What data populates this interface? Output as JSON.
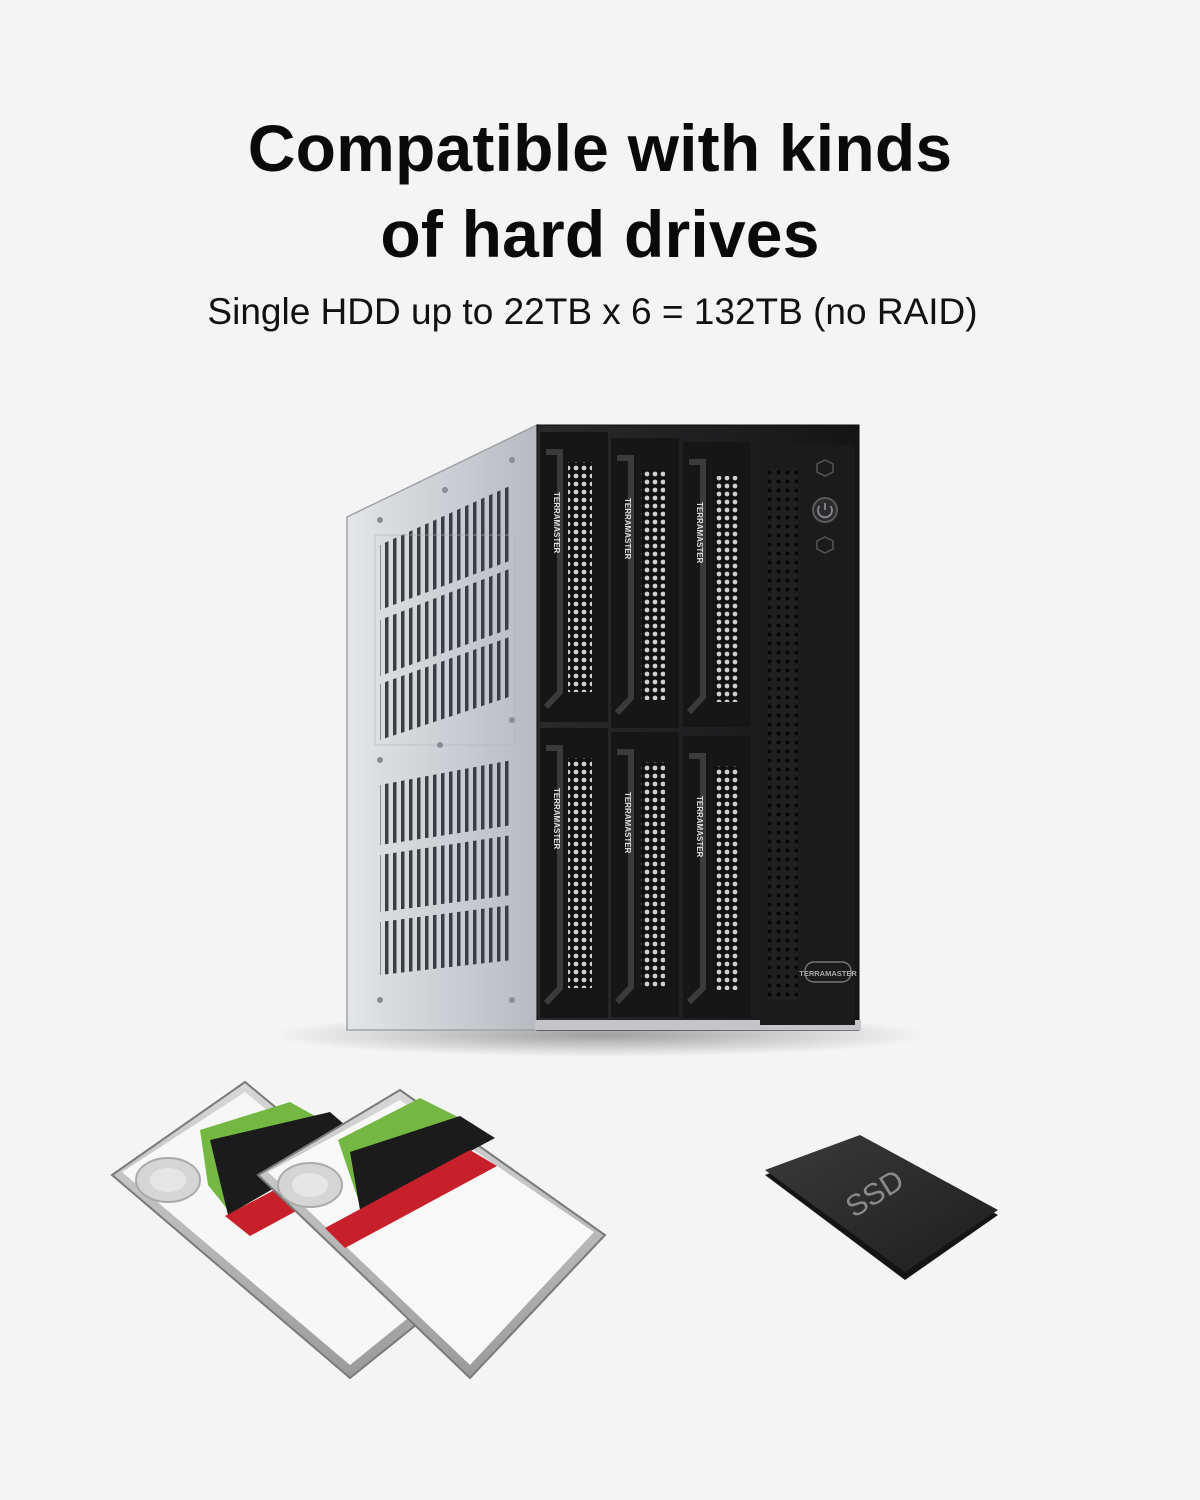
{
  "headline": {
    "line1": "Compatible with kinds",
    "line2": "of hard drives"
  },
  "subline": "Single HDD up to 22TB x 6 = 132TB (no RAID)",
  "enclosure": {
    "brand_label": "TERRAMASTER",
    "bay_count": 6,
    "bay_brand_label": "TERRAMASTER"
  },
  "drives": {
    "ssd_label": "SSD",
    "hdd_count": 2
  },
  "colors": {
    "background": "#f4f4f4",
    "enclosure_front": "#1f1f21",
    "enclosure_side": "#c9ccd0",
    "hdd_green": "#74b843",
    "hdd_red": "#c8202a",
    "ssd_body": "#2b2b2b"
  }
}
